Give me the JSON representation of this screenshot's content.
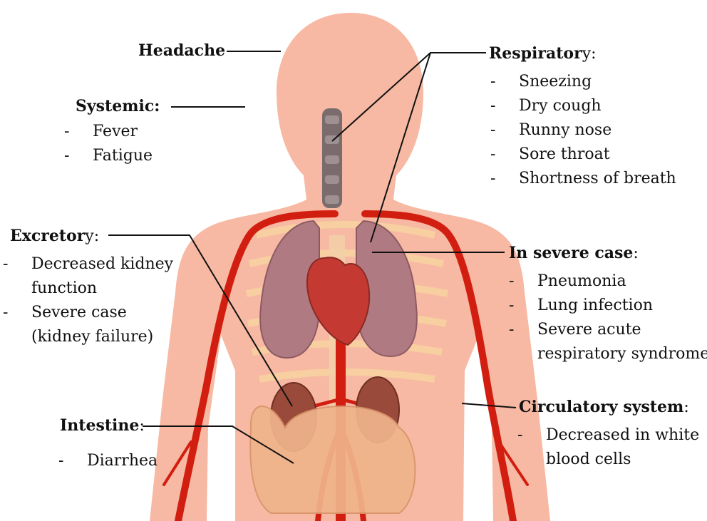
{
  "labels": {
    "headache": "Headache",
    "systemic": "Systemic:",
    "respiratory": "Respirator",
    "respiratory_tail": "y:",
    "excretory": "Excretor",
    "excretory_tail": "y:",
    "severe": "In severe case",
    "severe_tail": ":",
    "intestine": "Intestine",
    "intestine_tail": ":",
    "circulatory": "Circulatory system",
    "circulatory_tail": ":"
  },
  "systemic_items": [
    "Fever",
    "Fatigue"
  ],
  "respiratory_items": [
    "Sneezing",
    "Dry cough",
    "Runny nose",
    "Sore throat",
    "Shortness of breath"
  ],
  "excretory_items": {
    "item1_line1": "Decreased kidney",
    "item1_line2": "function",
    "item2_line1": "Severe case",
    "item2_line2": "(kidney failure)"
  },
  "severe_items": {
    "item1": "Pneumonia",
    "item2": "Lung infection",
    "item3_line1": "Severe acute",
    "item3_line2": "respiratory syndrome"
  },
  "intestine_items": [
    "Diarrhea"
  ],
  "circulatory_items": {
    "line1": "Decreased in white",
    "line2": "blood cells"
  },
  "colors": {
    "skin": "#f7b9a3",
    "artery": "#d21e10",
    "lung": "#b07a82",
    "heart": "#c43a32",
    "kidney": "#9a4a3a",
    "intestine": "#f0b48c",
    "trachea": "#7a6c6c",
    "line": "#111111"
  }
}
